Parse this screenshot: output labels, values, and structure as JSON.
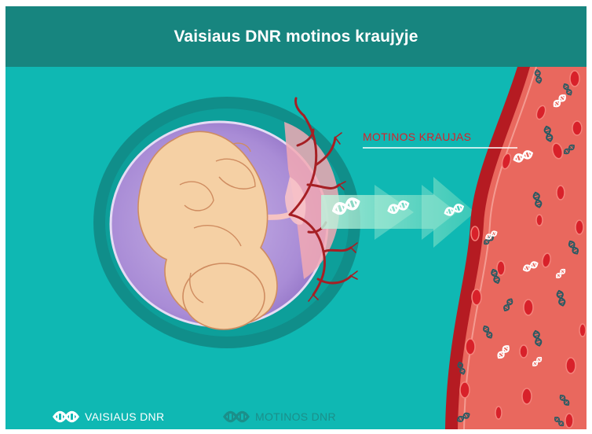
{
  "title": "Vaisiaus DNR motinos kraujyje",
  "vessel_label": "MOTINOS KRAUJAS",
  "legend": [
    {
      "label": "VAISIAUS DNR",
      "icon": "dna-white-icon",
      "color": "#ffffff"
    },
    {
      "label": "MOTINOS DNR",
      "icon": "dna-teal-icon",
      "color": "#1b8f8a"
    }
  ],
  "colors": {
    "background": "#0fb8b3",
    "header": "#17857f",
    "vessel": "#e9685e",
    "blood_cell": "#d8212a",
    "fetal_dna": "#ffffff",
    "maternal_dna": "#2a5a63"
  }
}
